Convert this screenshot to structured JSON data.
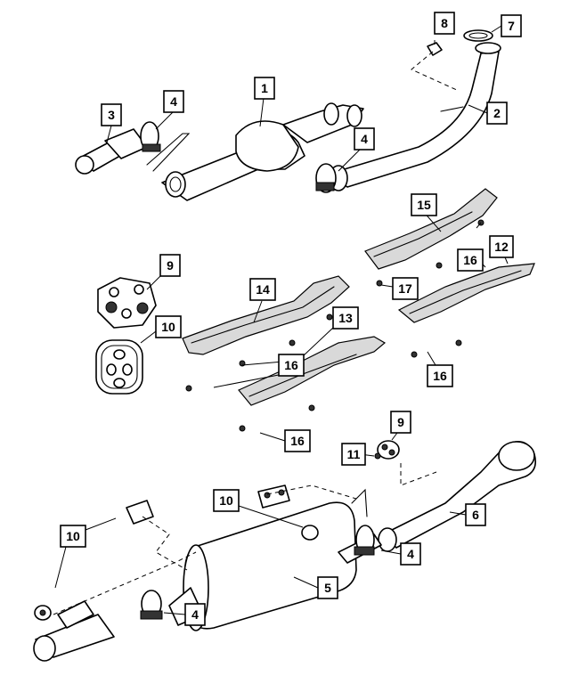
{
  "callouts": [
    {
      "id": "c1",
      "label": "1"
    },
    {
      "id": "c2",
      "label": "2"
    },
    {
      "id": "c3",
      "label": "3"
    },
    {
      "id": "c4a",
      "label": "4"
    },
    {
      "id": "c4b",
      "label": "4"
    },
    {
      "id": "c4c",
      "label": "4"
    },
    {
      "id": "c4d",
      "label": "4"
    },
    {
      "id": "c5",
      "label": "5"
    },
    {
      "id": "c6",
      "label": "6"
    },
    {
      "id": "c7",
      "label": "7"
    },
    {
      "id": "c8",
      "label": "8"
    },
    {
      "id": "c9a",
      "label": "9"
    },
    {
      "id": "c9b",
      "label": "9"
    },
    {
      "id": "c10a",
      "label": "10"
    },
    {
      "id": "c10b",
      "label": "10"
    },
    {
      "id": "c10c",
      "label": "10"
    },
    {
      "id": "c11",
      "label": "11"
    },
    {
      "id": "c12",
      "label": "12"
    },
    {
      "id": "c13",
      "label": "13"
    },
    {
      "id": "c14",
      "label": "14"
    },
    {
      "id": "c15",
      "label": "15"
    },
    {
      "id": "c16a",
      "label": "16"
    },
    {
      "id": "c16b",
      "label": "16"
    },
    {
      "id": "c16c",
      "label": "16"
    },
    {
      "id": "c16d",
      "label": "16"
    },
    {
      "id": "c17",
      "label": "17"
    }
  ]
}
